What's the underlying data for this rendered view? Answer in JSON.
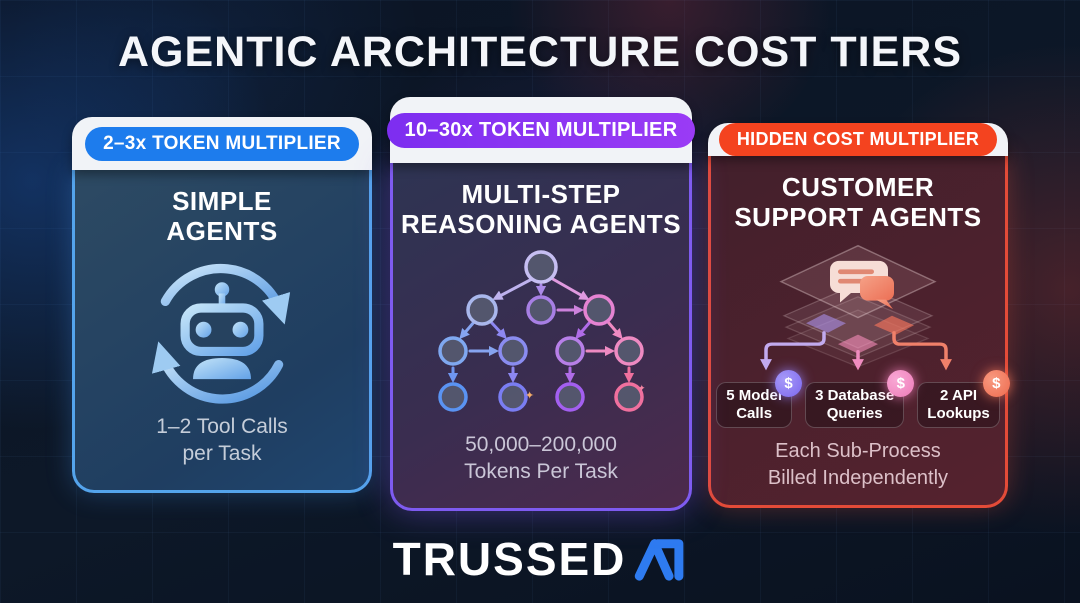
{
  "title": "AGENTIC ARCHITECTURE COST TIERS",
  "colors": {
    "badge_blue": "#1d7ced",
    "badge_purple": "#8b2ff0",
    "badge_red": "#f4431f",
    "accent_blue": "#54a4ec",
    "accent_purple": "#7e5bf0",
    "accent_red": "#e34b38",
    "logo_blue": "#2e7bf0",
    "background": "#0c1524"
  },
  "cards": [
    {
      "badge": "2–3x TOKEN MULTIPLIER",
      "title": "SIMPLE\nAGENTS",
      "icon": "robot-cycle-icon",
      "caption": "1–2 Tool Calls\nper Task"
    },
    {
      "badge": "10–30x TOKEN MULTIPLIER",
      "title": "MULTI-STEP\nREASONING AGENTS",
      "icon": "decision-tree-icon",
      "caption": "50,000–200,000\nTokens Per Task"
    },
    {
      "badge": "HIDDEN COST MULTIPLIER",
      "title": "CUSTOMER\nSUPPORT AGENTS",
      "icon": "layered-chat-icon",
      "caption": "Each Sub-Process\nBilled Independently",
      "sub_items": [
        {
          "label": "5 Model\nCalls",
          "coin": "$"
        },
        {
          "label": "3 Database\nQueries",
          "coin": "$"
        },
        {
          "label": "2 API\nLookups",
          "coin": "$"
        }
      ]
    }
  ],
  "logo": {
    "text": "TRUSSED",
    "mark": "AI"
  }
}
